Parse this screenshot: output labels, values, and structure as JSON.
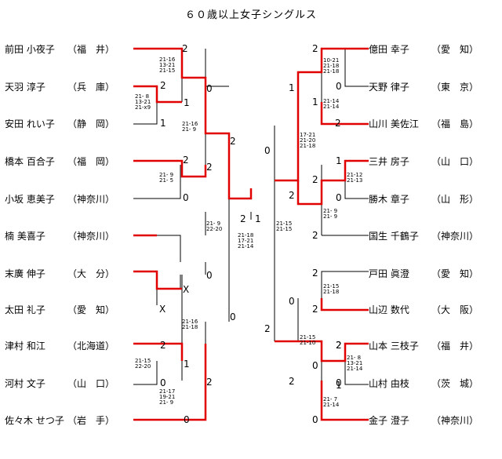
{
  "title": "６０歳以上女子シングルス",
  "left_players": [
    {
      "name": "前田 小夜子",
      "pref": "（福　井）"
    },
    {
      "name": "天羽 淳子",
      "pref": "（兵　庫）"
    },
    {
      "name": "安田 れい子",
      "pref": "（静　岡）"
    },
    {
      "name": "橋本 百合子",
      "pref": "（福　岡）"
    },
    {
      "name": "小坂 恵美子",
      "pref": "（神奈川）"
    },
    {
      "name": "楠 美喜子",
      "pref": "（神奈川）"
    },
    {
      "name": "末廣 伸子",
      "pref": "（大　分）"
    },
    {
      "name": "太田 礼子",
      "pref": "（愛　知）"
    },
    {
      "name": "津村 和江",
      "pref": "（北海道）"
    },
    {
      "name": "河村 文子",
      "pref": "（山　口）"
    },
    {
      "name": "佐々木 せつ子",
      "pref": "（岩　手）"
    }
  ],
  "right_players": [
    {
      "name": "億田 幸子",
      "pref": "（愛　知）"
    },
    {
      "name": "天野 律子",
      "pref": "（東　京）"
    },
    {
      "name": "山川 美佐江",
      "pref": "（福　島）"
    },
    {
      "name": "三井 房子",
      "pref": "（山　口）"
    },
    {
      "name": "勝木 章子",
      "pref": "（山　形）"
    },
    {
      "name": "国生 千鶴子",
      "pref": "（神奈川）"
    },
    {
      "name": "戸田 眞澄",
      "pref": "（愛　知）"
    },
    {
      "name": "山辺 数代",
      "pref": "（大　阪）"
    },
    {
      "name": "山本 三枝子",
      "pref": "（福　井）"
    },
    {
      "name": "山村 由枝",
      "pref": "（茨　城）"
    },
    {
      "name": "金子 澄子",
      "pref": "（神奈川）"
    }
  ],
  "scores": [
    "2",
    "2",
    "1",
    "1",
    "0",
    "2",
    "2",
    "0",
    "2",
    "0",
    "X",
    "X",
    "0",
    "0",
    "2",
    "1",
    "0",
    "2",
    "2",
    "2",
    "1",
    "2",
    "1",
    "0",
    "1",
    "2",
    "1",
    "0",
    "2",
    "2",
    "0",
    "2",
    "0",
    "2",
    "0",
    "2",
    "0",
    "0",
    "2",
    "1",
    "2",
    "2"
  ],
  "game_scores": [
    "21-16\n13-21\n21-15",
    "21- 8\n13-21\n21-x9",
    "21-16\n21- 9",
    "21- 9\n21- 5",
    "21- 9\n22-20",
    "21-16\n21-18",
    "21-15\n22-20",
    "21-17\n19-21\n21- 9",
    "21-18\n17-21\n21-14",
    "10-21\n21-18\n21-18",
    "21-14\n21-14",
    "17-21\n21-20\n21-18",
    "21-12\n21-13",
    "21- 9\n21- 9",
    "21-15\n21-15",
    "21-15\n21-18",
    "21-15\n21-10",
    "21- 8\n13-21\n21-14",
    "21- 7\n21-14"
  ]
}
